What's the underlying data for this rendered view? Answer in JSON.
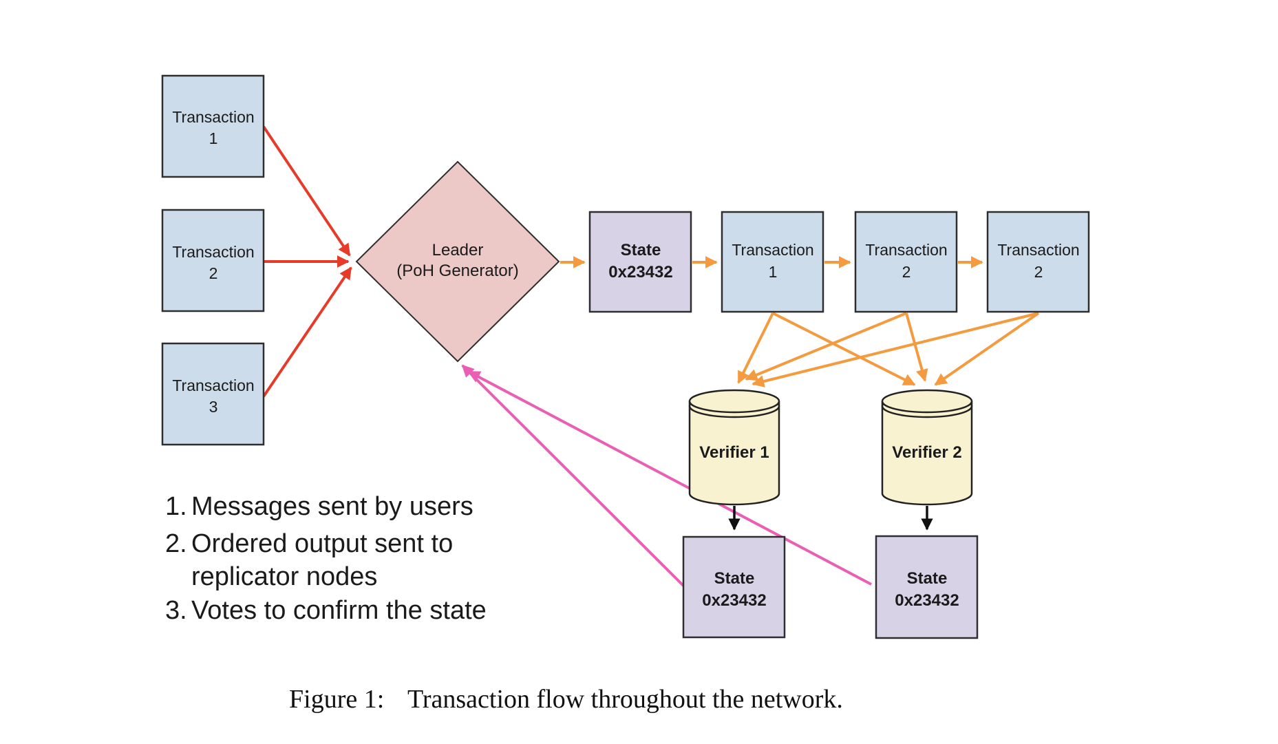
{
  "figure": {
    "left_transactions": [
      {
        "line1": "Transaction",
        "line2": "1"
      },
      {
        "line1": "Transaction",
        "line2": "2"
      },
      {
        "line1": "Transaction",
        "line2": "3"
      }
    ],
    "leader": {
      "line1": "Leader",
      "line2": "(PoH Generator)"
    },
    "output_chain": [
      {
        "line1": "State",
        "line2": "0x23432"
      },
      {
        "line1": "Transaction",
        "line2": "1"
      },
      {
        "line1": "Transaction",
        "line2": "2"
      },
      {
        "line1": "Transaction",
        "line2": "2"
      }
    ],
    "verifiers": [
      {
        "label": "Verifier 1"
      },
      {
        "label": "Verifier 2"
      }
    ],
    "verifier_states": [
      {
        "line1": "State",
        "line2": "0x23432"
      },
      {
        "line1": "State",
        "line2": "0x23432"
      }
    ],
    "legend": [
      {
        "number": "1.",
        "lines": [
          "Messages sent by users"
        ],
        "color": "#e73b2a"
      },
      {
        "number": "2.",
        "lines": [
          "Ordered output sent to",
          "replicator nodes"
        ],
        "color": "#f49b40"
      },
      {
        "number": "3.",
        "lines": [
          "Votes to confirm the state"
        ],
        "color": "#c43e8c"
      }
    ],
    "colors": {
      "transaction_box": "#cddcea",
      "state_box": "#d8d2e7",
      "leader_diamond": "#ecc9c6",
      "verifier_cylinder": "#f8f2d0",
      "box_border": "#2e2e2e",
      "red_arrow": "#e73b2a",
      "orange_arrow": "#f49b40",
      "pink_arrow": "#ea5fb3",
      "black_arrow": "#111111"
    }
  },
  "caption": {
    "label": "Figure 1:",
    "text": "Transaction flow throughout the network."
  }
}
